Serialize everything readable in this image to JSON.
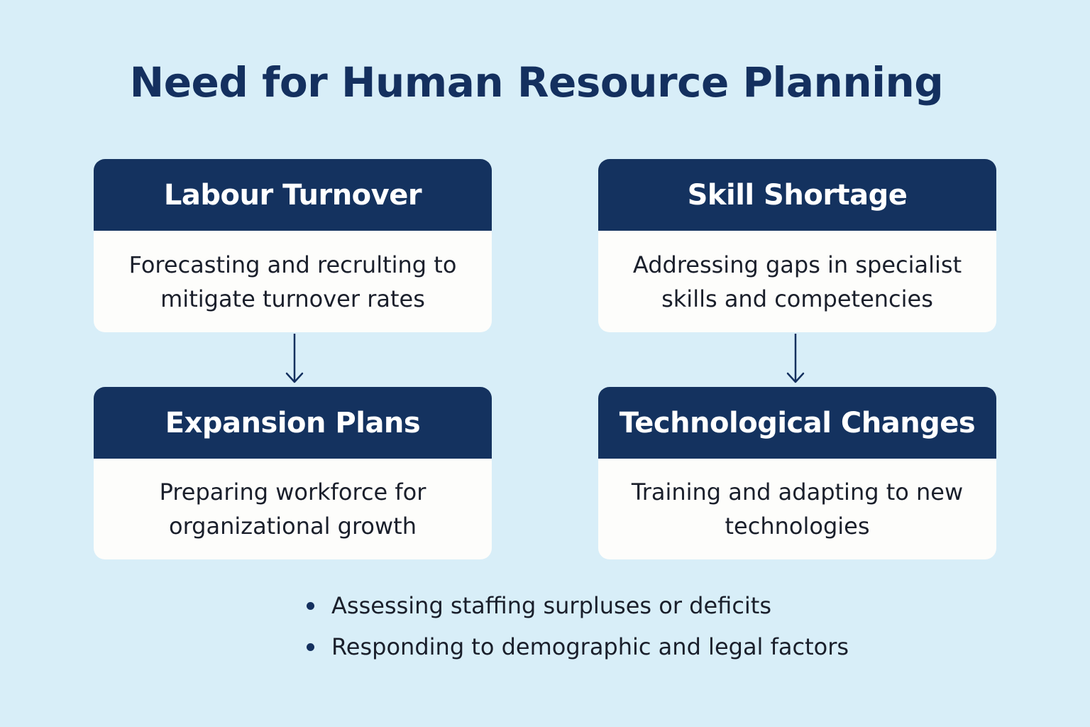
{
  "title": "Need for Human Resource Planning",
  "colors": {
    "background": "#d8eef8",
    "header": "#14325f",
    "card_body": "#fdfdfb",
    "title_text": "#14305f",
    "body_text": "#1a1f2b"
  },
  "cards": [
    {
      "title": "Labour Turnover",
      "description": "Forecasting and recrulting to mitigate turnover rates"
    },
    {
      "title": "Skill Shortage",
      "description": "Addressing gaps in specialist skills and competencies"
    },
    {
      "title": "Expansion Plans",
      "description": "Preparing workforce for organizational growth"
    },
    {
      "title": "Technological Changes",
      "description": "Training and adapting to new technologies"
    }
  ],
  "connectors": [
    {
      "from": "Labour Turnover",
      "to": "Expansion Plans",
      "icon": "arrow-down-icon"
    },
    {
      "from": "Skill Shortage",
      "to": "Technological Changes",
      "icon": "arrow-down-icon"
    }
  ],
  "bullets": [
    "Assessing staffing surpluses or deficits",
    "Responding to demographic and legal factors"
  ]
}
